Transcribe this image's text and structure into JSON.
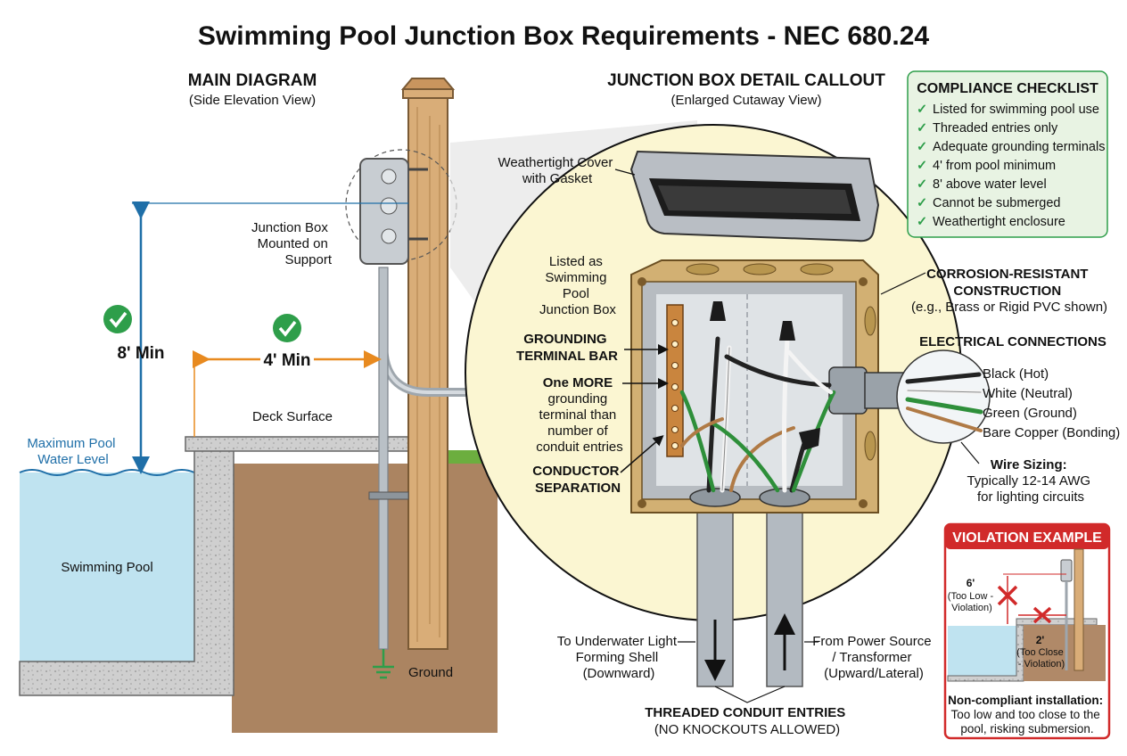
{
  "title": "Swimming Pool Junction Box Requirements - NEC 680.24",
  "main_diagram": {
    "heading": "MAIN DIAGRAM",
    "subheading": "(Side Elevation View)",
    "labels": {
      "junction_box": [
        "Junction Box",
        "Mounted on",
        "Support"
      ],
      "height_dim": "8' Min",
      "distance_dim": "4' Min",
      "deck": "Deck Surface",
      "water_level": [
        "Maximum Pool",
        "Water Level"
      ],
      "pool": "Swimming Pool",
      "ground": "Ground"
    }
  },
  "detail": {
    "heading": "JUNCTION BOX DETAIL CALLOUT",
    "subheading": "(Enlarged Cutaway View)",
    "labels": {
      "cover": [
        "Weathertight Cover",
        "with Gasket"
      ],
      "listed": [
        "Listed as",
        "Swimming",
        "Pool",
        "Junction Box"
      ],
      "grounding_bar": [
        "GROUNDING",
        "TERMINAL BAR"
      ],
      "grounding_more": [
        "One MORE",
        "grounding",
        "terminal than",
        "number of",
        "conduit entries"
      ],
      "separation": [
        "CONDUCTOR",
        "SEPARATION"
      ],
      "corrosion": [
        "CORROSION-RESISTANT",
        "CONSTRUCTION",
        "(e.g., Brass or Rigid PVC shown)"
      ],
      "electrical_heading": "ELECTRICAL CONNECTIONS",
      "wires": [
        "Black (Hot)",
        "White (Neutral)",
        "Green (Ground)",
        "Bare Copper (Bonding)"
      ],
      "wire_sizing": [
        "Wire Sizing:",
        "Typically 12-14 AWG",
        "for lighting circuits"
      ],
      "to_light": [
        "To Underwater Light",
        "Forming Shell",
        "(Downward)"
      ],
      "from_power": [
        "From Power Source",
        "/ Transformer",
        "(Upward/Lateral)"
      ],
      "threaded": [
        "THREADED CONDUIT ENTRIES",
        "(NO KNOCKOUTS ALLOWED)"
      ]
    }
  },
  "checklist": {
    "heading": "COMPLIANCE CHECKLIST",
    "items": [
      "Listed for swimming pool use",
      "Threaded entries only",
      "Adequate grounding terminals",
      "4' from pool minimum",
      "8' above water level",
      "Cannot be submerged",
      "Weathertight enclosure"
    ]
  },
  "violation": {
    "heading": "VIOLATION EXAMPLE",
    "low": [
      "6'",
      "(Too Low -",
      "Violation)"
    ],
    "close": [
      "2'",
      "(Too Close",
      "- Violation)"
    ],
    "caption": [
      "Non-compliant installation:",
      "Too low and too close to the",
      "pool, risking submersion."
    ]
  },
  "colors": {
    "water": "#bfe3f0",
    "wood": "#d9ad78",
    "brass": "#d2b073",
    "callout": "#fbf6d2",
    "check_green": "#2e9e4a",
    "violation_red": "#d12a2a",
    "dim_blue": "#1f6fa8",
    "dim_orange": "#e88a1f"
  }
}
